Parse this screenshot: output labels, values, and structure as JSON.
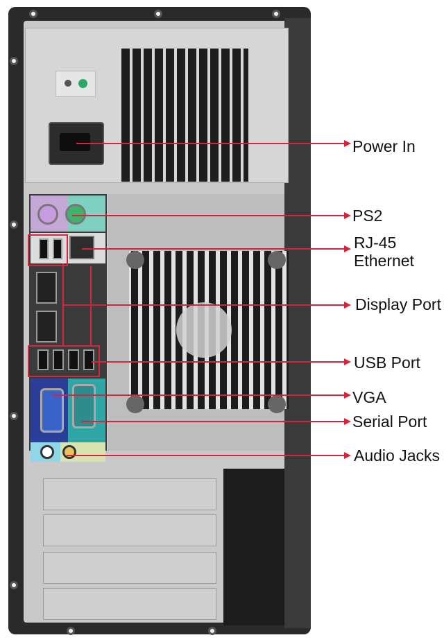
{
  "diagram": {
    "subject": "Desktop tower computer rear panel",
    "callout_color": "#d6243c",
    "labels": [
      {
        "id": "power-in",
        "text": "Power In"
      },
      {
        "id": "ps2",
        "text": "PS2"
      },
      {
        "id": "rj45",
        "line1": "RJ-45",
        "line2": "Ethernet"
      },
      {
        "id": "display-port",
        "text": "Display Port"
      },
      {
        "id": "usb-port",
        "text": "USB Port"
      },
      {
        "id": "vga",
        "text": "VGA"
      },
      {
        "id": "serial-port",
        "text": "Serial Port"
      },
      {
        "id": "audio-jacks",
        "text": "Audio Jacks"
      }
    ]
  }
}
